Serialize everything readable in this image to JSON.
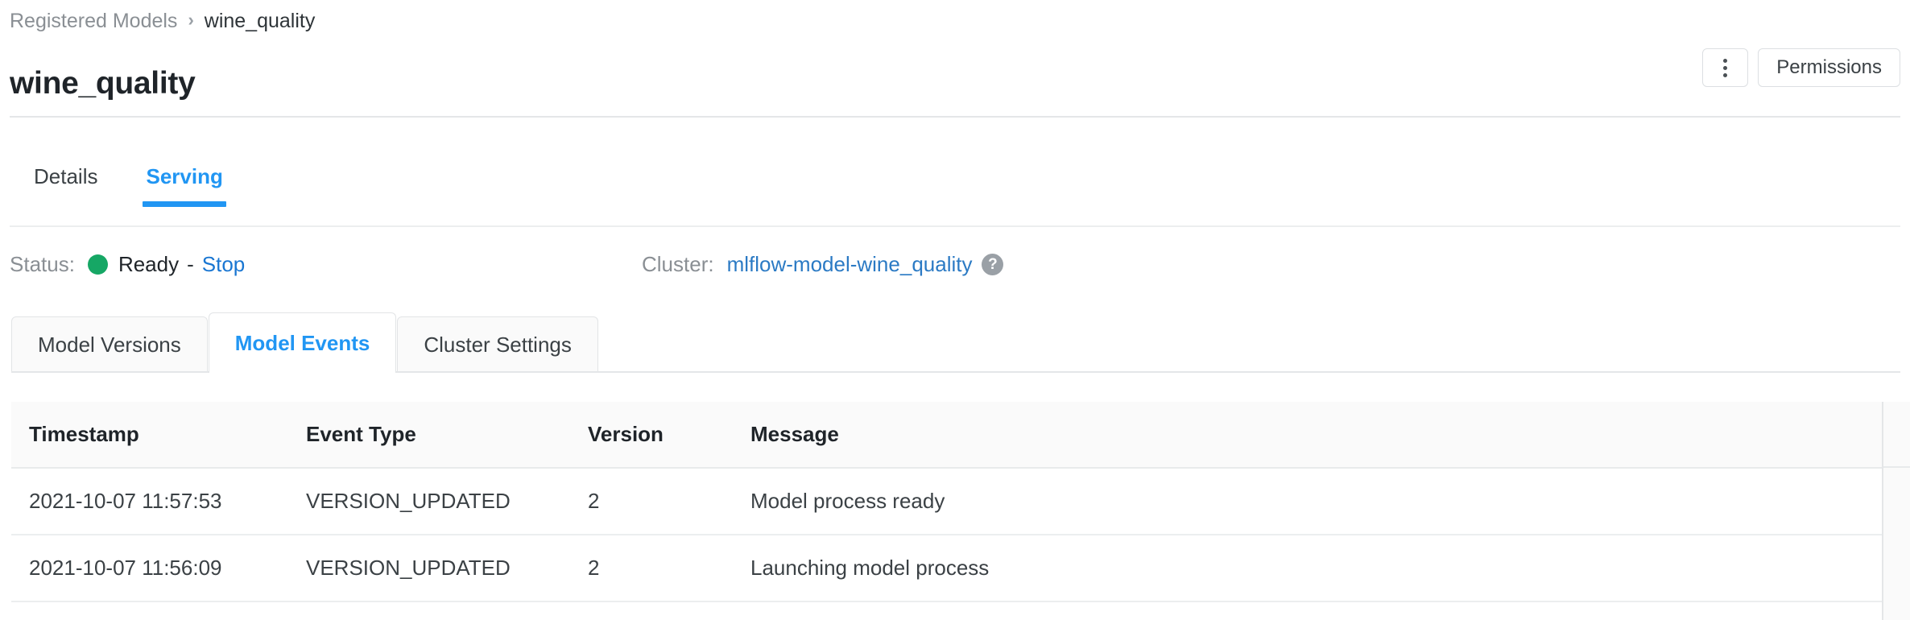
{
  "breadcrumb": {
    "parent": "Registered Models",
    "separator": "›",
    "current": "wine_quality"
  },
  "header": {
    "title": "wine_quality",
    "overflow_menu_icon": "kebab-menu-icon",
    "permissions_label": "Permissions"
  },
  "tabs": [
    {
      "label": "Details",
      "active": false
    },
    {
      "label": "Serving",
      "active": true
    }
  ],
  "status": {
    "label": "Status:",
    "indicator_color": "#16a765",
    "value": "Ready",
    "separator": "-",
    "action_label": "Stop"
  },
  "cluster": {
    "label": "Cluster:",
    "name": "mlflow-model-wine_quality",
    "help_icon": "help-circle-icon",
    "help_glyph": "?"
  },
  "subtabs": [
    {
      "label": "Model Versions",
      "active": false
    },
    {
      "label": "Model Events",
      "active": true
    },
    {
      "label": "Cluster Settings",
      "active": false
    }
  ],
  "table": {
    "columns": [
      "Timestamp",
      "Event Type",
      "Version",
      "Message"
    ],
    "rows": [
      {
        "timestamp": "2021-10-07 11:57:53",
        "event_type": "VERSION_UPDATED",
        "version": "2",
        "message": "Model process ready"
      },
      {
        "timestamp": "2021-10-07 11:56:09",
        "event_type": "VERSION_UPDATED",
        "version": "2",
        "message": "Launching model process"
      }
    ]
  },
  "colors": {
    "accent": "#2196f3",
    "link": "#1976d2",
    "cluster_link": "#2b7ac4",
    "status_ok": "#16a765",
    "text": "#1f2429",
    "muted": "#8a8f94"
  }
}
